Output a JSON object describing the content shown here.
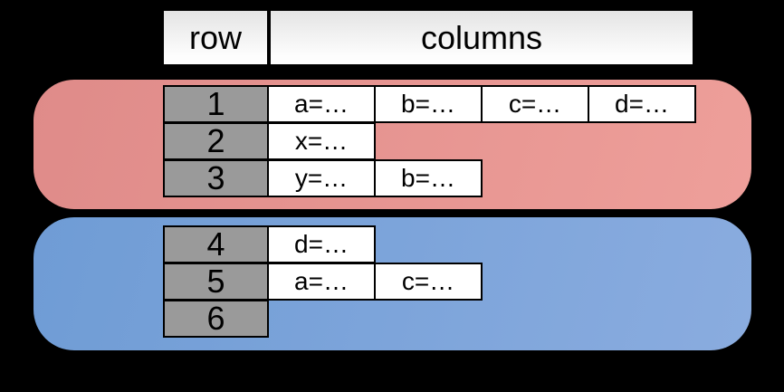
{
  "header": {
    "row_label": "row",
    "columns_label": "columns"
  },
  "colors": {
    "background": "#000000",
    "red_group_start": "#df8b89",
    "red_group_end": "#ee9f9a",
    "blue_group_start": "#6f9cd5",
    "blue_group_end": "#8aacdf",
    "row_number_cell": "#9a9a9a",
    "cell_background": "#ffffff",
    "border": "#000000"
  },
  "groups": [
    {
      "name": "red",
      "rows": [
        {
          "num": "1",
          "cells": [
            "a=…",
            "b=…",
            "c=…",
            "d=…"
          ]
        },
        {
          "num": "2",
          "cells": [
            "x=…"
          ]
        },
        {
          "num": "3",
          "cells": [
            "y=…",
            "b=…"
          ]
        }
      ]
    },
    {
      "name": "blue",
      "rows": [
        {
          "num": "4",
          "cells": [
            "d=…"
          ]
        },
        {
          "num": "5",
          "cells": [
            "a=…",
            "c=…"
          ]
        },
        {
          "num": "6",
          "cells": []
        }
      ]
    }
  ]
}
